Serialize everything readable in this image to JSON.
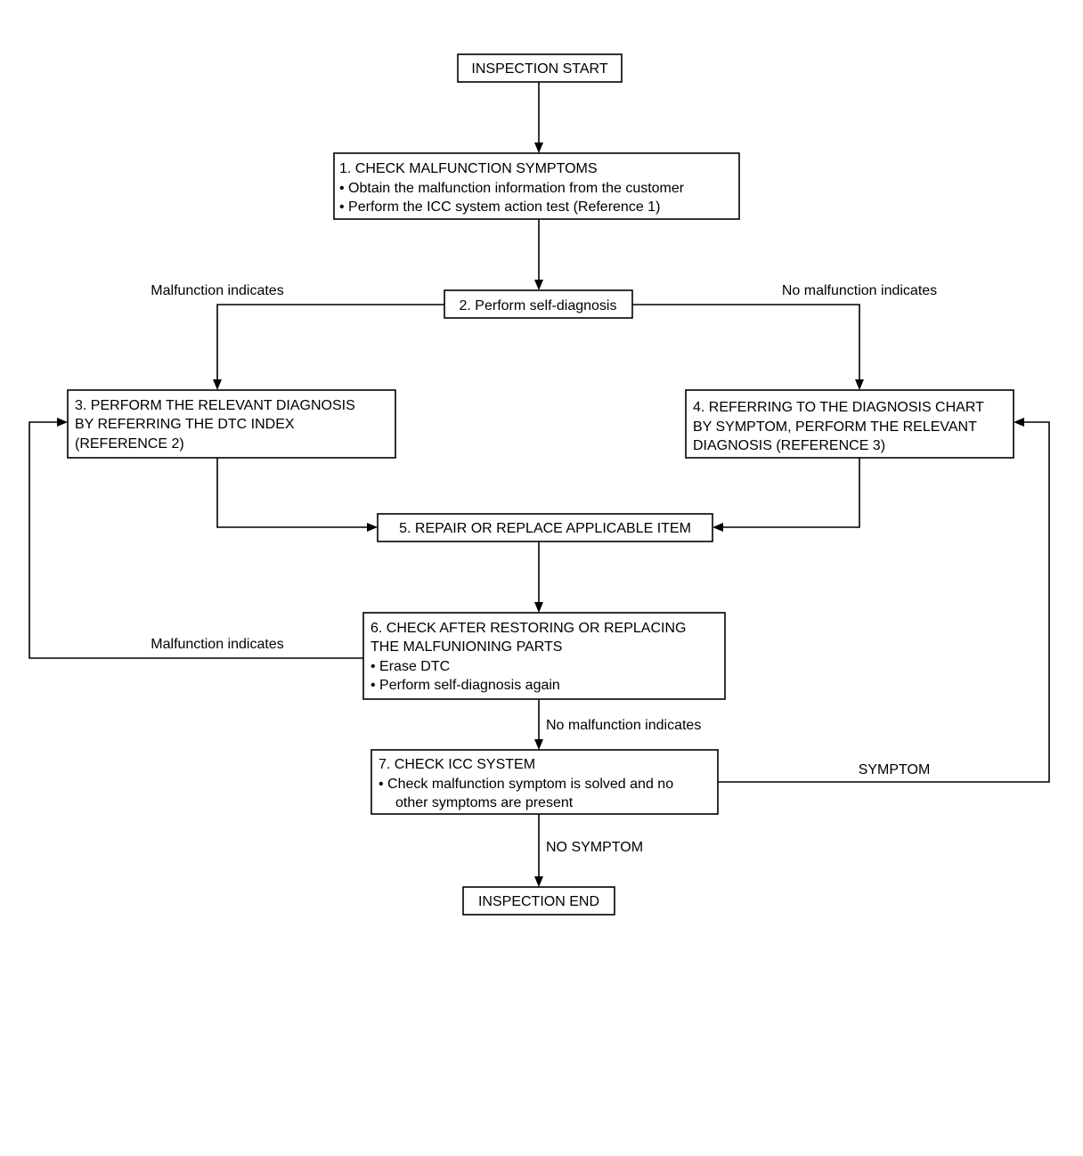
{
  "nodes": {
    "start": {
      "text": "INSPECTION START"
    },
    "step1": {
      "title": "1. CHECK MALFUNCTION SYMPTOMS",
      "bullets": [
        "• Obtain the malfunction information from the customer",
        "• Perform the ICC system action test (Reference 1)"
      ]
    },
    "step2": {
      "text": "2. Perform self-diagnosis"
    },
    "step3": {
      "lines": [
        "3. PERFORM THE RELEVANT DIAGNOSIS",
        "BY REFERRING THE DTC INDEX",
        "(REFERENCE 2)"
      ]
    },
    "step4": {
      "lines": [
        "4. REFERRING TO THE DIAGNOSIS CHART",
        "BY SYMPTOM, PERFORM THE RELEVANT",
        "DIAGNOSIS (REFERENCE 3)"
      ]
    },
    "step5": {
      "text": "5. REPAIR OR REPLACE APPLICABLE ITEM"
    },
    "step6": {
      "lines": [
        "6. CHECK AFTER RESTORING OR REPLACING",
        "THE MALFUNIONING PARTS"
      ],
      "bullets": [
        "• Erase DTC",
        "• Perform self-diagnosis again"
      ]
    },
    "step7": {
      "title": "7. CHECK ICC SYSTEM",
      "bullets": [
        "• Check malfunction symptom is solved and no",
        "other symptoms are present"
      ]
    },
    "end": {
      "text": "INSPECTION END"
    }
  },
  "edge_labels": {
    "malfunction_left": "Malfunction indicates",
    "no_malfunction_right": "No malfunction indicates",
    "malfunction_loop": "Malfunction indicates",
    "no_malfunction_down": "No malfunction indicates",
    "symptom": "SYMPTOM",
    "no_symptom": "NO SYMPTOM"
  }
}
